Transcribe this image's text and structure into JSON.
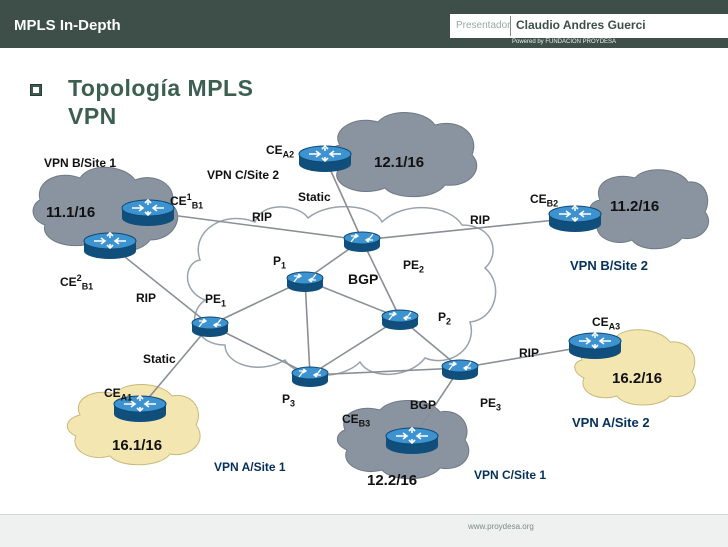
{
  "header": {
    "title": "MPLS In-Depth",
    "role": "Presentador",
    "presenter": "Claudio Andres Guerci",
    "powered": "Powered by FUNDACIÓN PROYDESA"
  },
  "slide": {
    "title": "Topología MPLS VPN"
  },
  "footer": {
    "url": "www.proydesa.org"
  },
  "clouds": {
    "b1": "11.1/16",
    "a2_top": "12.1/16",
    "b2": "11.2/16",
    "a3": "16.2/16",
    "a1": "16.1/16",
    "b3": "12.2/16",
    "core": "BGP"
  },
  "sites": {
    "vpn_b_site1": "VPN B/Site 1",
    "vpn_c_site2": "VPN C/Site 2",
    "vpn_b_site2": "VPN B/Site 2",
    "vpn_a_site2": "VPN A/Site 2",
    "vpn_a_site1": "VPN A/Site 1",
    "vpn_c_site1": "VPN C/Site 1"
  },
  "routers": {
    "ce_a2": {
      "base": "CE",
      "sub": "A2"
    },
    "ce1_b1": {
      "base": "CE",
      "sup": "1",
      "sub": "B1"
    },
    "ce2_b1": {
      "base": "CE",
      "sup": "2",
      "sub": "B1"
    },
    "ce_b2": {
      "base": "CE",
      "sub": "B2"
    },
    "ce_a3": {
      "base": "CE",
      "sub": "A3"
    },
    "ce_a1": {
      "base": "CE",
      "sub": "A1"
    },
    "ce_b3": {
      "base": "CE",
      "sub": "B3"
    },
    "p1": {
      "base": "P",
      "sub": "1"
    },
    "p2": {
      "base": "P",
      "sub": "2"
    },
    "p3": {
      "base": "P",
      "sub": "3"
    },
    "pe1": {
      "base": "PE",
      "sub": "1"
    },
    "pe2": {
      "base": "PE",
      "sub": "2"
    },
    "pe3": {
      "base": "PE",
      "sub": "3"
    }
  },
  "protocols": {
    "static_top": "Static",
    "rip_top_left": "RIP",
    "rip_top_right": "RIP",
    "rip_left": "RIP",
    "static_left": "Static",
    "rip_right": "RIP",
    "bgp_bottom": "BGP"
  },
  "colors": {
    "header_bg": "#3d4f48",
    "title": "#3d5f52",
    "router_body": "#1f6fa8",
    "cloud_grey": "#8a94a0",
    "cloud_sand": "#f3e6b0"
  }
}
